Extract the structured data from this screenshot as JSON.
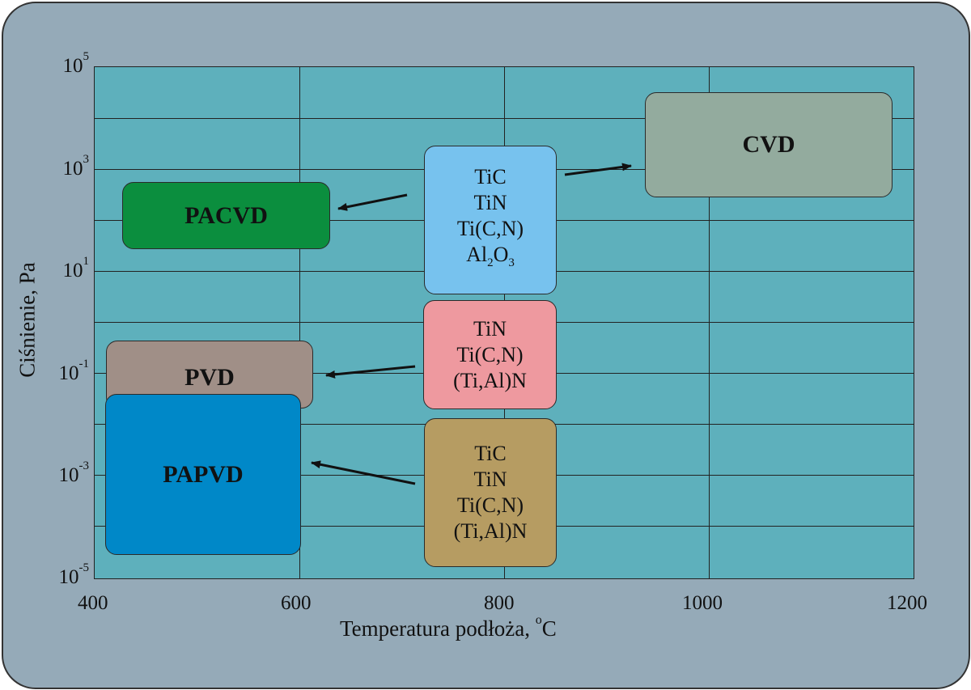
{
  "axes": {
    "xlabel_text": "Temperatura podłoża, ",
    "xlabel_unit_sup": "o",
    "xlabel_unit": "C",
    "ylabel": "Ciśnienie, Pa",
    "x_ticks": [
      "400",
      "600",
      "800",
      "1000",
      "1200"
    ],
    "y_ticks": [
      {
        "base": "10",
        "exp": "5"
      },
      {
        "base": "10",
        "exp": "3"
      },
      {
        "base": "10",
        "exp": "1"
      },
      {
        "base": "10",
        "exp": "-1"
      },
      {
        "base": "10",
        "exp": "-3"
      },
      {
        "base": "10",
        "exp": "-5"
      }
    ]
  },
  "processes": {
    "cvd": "CVD",
    "pacvd": "PACVD",
    "pvd": "PVD",
    "papvd": "PAPVD"
  },
  "materials": {
    "cvd_group": [
      "TiC",
      "TiN",
      "Ti(C,N)"
    ],
    "cvd_alumina": {
      "a": "Al",
      "a_sub": "2",
      "b": "O",
      "b_sub": "3"
    },
    "pvd_group": [
      "TiN",
      "Ti(C,N)",
      "(Ti,Al)N"
    ],
    "papvd_group": [
      "TiC",
      "TiN",
      "Ti(C,N)",
      "(Ti,Al)N"
    ]
  },
  "colors": {
    "background": "#95aab8",
    "plot": "#5eb0bc",
    "cvd": "#93ab9e",
    "pacvd": "#0b8e3e",
    "pvd": "#a08f87",
    "papvd": "#0088c8",
    "mat_cvd": "#77c2ee",
    "mat_pvd": "#ee999f",
    "mat_papvd": "#b69c62"
  }
}
